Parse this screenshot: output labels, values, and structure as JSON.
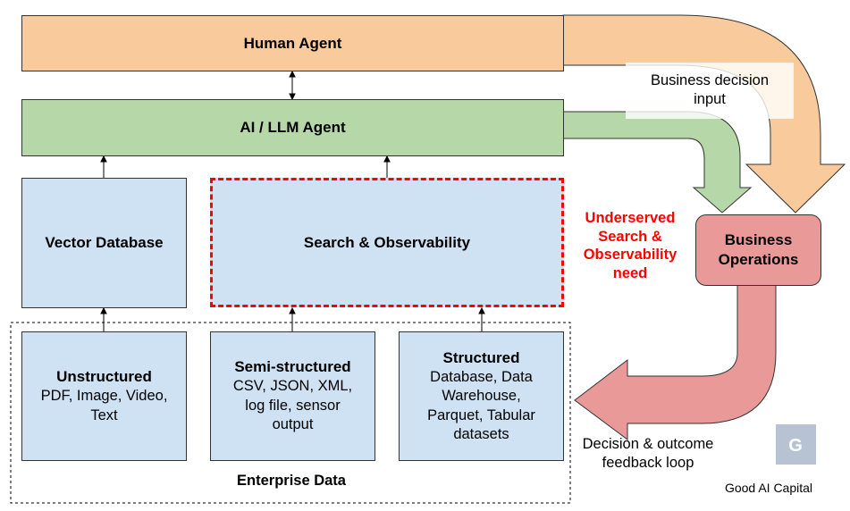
{
  "human_agent": {
    "label": "Human Agent"
  },
  "llm_agent": {
    "label": "AI / LLM Agent"
  },
  "vector_db": {
    "label": "Vector Database"
  },
  "search_obs": {
    "label": "Search & Observability"
  },
  "underserved": {
    "line1": "Underserved",
    "line2": "Search &",
    "line3": "Observability",
    "line4": "need"
  },
  "business_ops": {
    "line1": "Business",
    "line2": "Operations"
  },
  "business_input": {
    "line1": "Business decision",
    "line2": "input"
  },
  "feedback": {
    "line1": "Decision & outcome",
    "line2": "feedback loop"
  },
  "unstructured": {
    "title": "Unstructured",
    "line1": "PDF, Image, Video,",
    "line2": "Text"
  },
  "semi_structured": {
    "title": "Semi-structured",
    "line1": "CSV, JSON, XML,",
    "line2": "log file, sensor",
    "line3": "output"
  },
  "structured": {
    "title": "Structured",
    "line1": "Database, Data",
    "line2": "Warehouse,",
    "line3": "Parquet, Tabular",
    "line4": "datasets"
  },
  "enterprise": {
    "label": "Enterprise Data"
  },
  "logo": {
    "text": "Good AI Capital"
  },
  "colors": {
    "human": "#f9cb9c",
    "llm": "#b6d7a8",
    "blue": "#cfe2f3",
    "red_text": "#ff0000",
    "business": "#ea9999"
  }
}
